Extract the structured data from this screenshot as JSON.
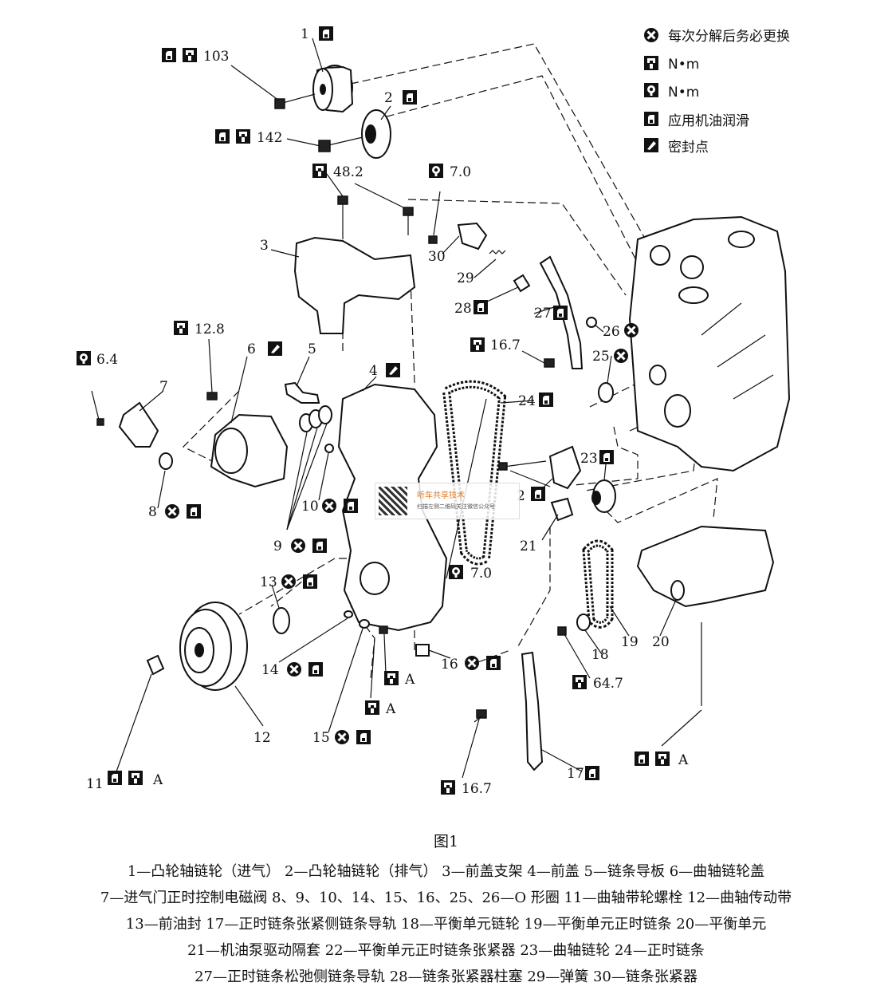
{
  "legend": {
    "replace": "每次分解后务必更换",
    "torque": "N•m",
    "torque_alt": "N•m",
    "oil": "应用机油润滑",
    "seal": "密封点"
  },
  "labels": {
    "p1": "1",
    "p2a": "2",
    "p2b": "2",
    "p3": "3",
    "p4": "4",
    "p5": "5",
    "p6": "6",
    "p7": "7",
    "p8": "8",
    "p9": "9",
    "p10": "10",
    "p11": "11",
    "p12": "12",
    "p13": "13",
    "p14": "14",
    "p15": "15",
    "p16": "16",
    "p17": "17",
    "p18": "18",
    "p19": "19",
    "p20": "20",
    "p21": "21",
    "p23": "23",
    "p24": "24",
    "p25": "25",
    "p26": "26",
    "p27": "27",
    "p28": "28",
    "p29": "29",
    "p30": "30"
  },
  "torques": {
    "t103": "103",
    "t142": "142",
    "t48": "48.2",
    "t70a": "7.0",
    "t128": "12.8",
    "t64": "6.4",
    "t167a": "16.7",
    "t70b": "7.0",
    "t647": "64.7",
    "t167b": "16.7",
    "a1": "A",
    "a2": "A",
    "a3": "A",
    "a4": "A"
  },
  "figure_caption": "图1",
  "captions": [
    "1—凸轮轴链轮（进气）  2—凸轮轴链轮（排气）  3—前盖支架  4—前盖  5—链条导板  6—曲轴链轮盖",
    "7—进气门正时控制电磁阀  8、9、10、14、15、16、25、26—O 形圈  11—曲轴带轮螺栓  12—曲轴传动带",
    "13—前油封  17—正时链条张紧侧链条导轨  18—平衡单元链轮  19—平衡单元正时链条  20—平衡单元",
    "21—机油泵驱动隔套  22—平衡单元正时链条张紧器  23—曲轴链轮  24—正时链条",
    "27—正时链条松弛侧链条导轨  28—链条张紧器柱塞  29—弹簧  30—链条张紧器"
  ],
  "watermark": {
    "title": "听车共享技术",
    "subtitle": "扫描左侧二维码关注微信公众号"
  }
}
